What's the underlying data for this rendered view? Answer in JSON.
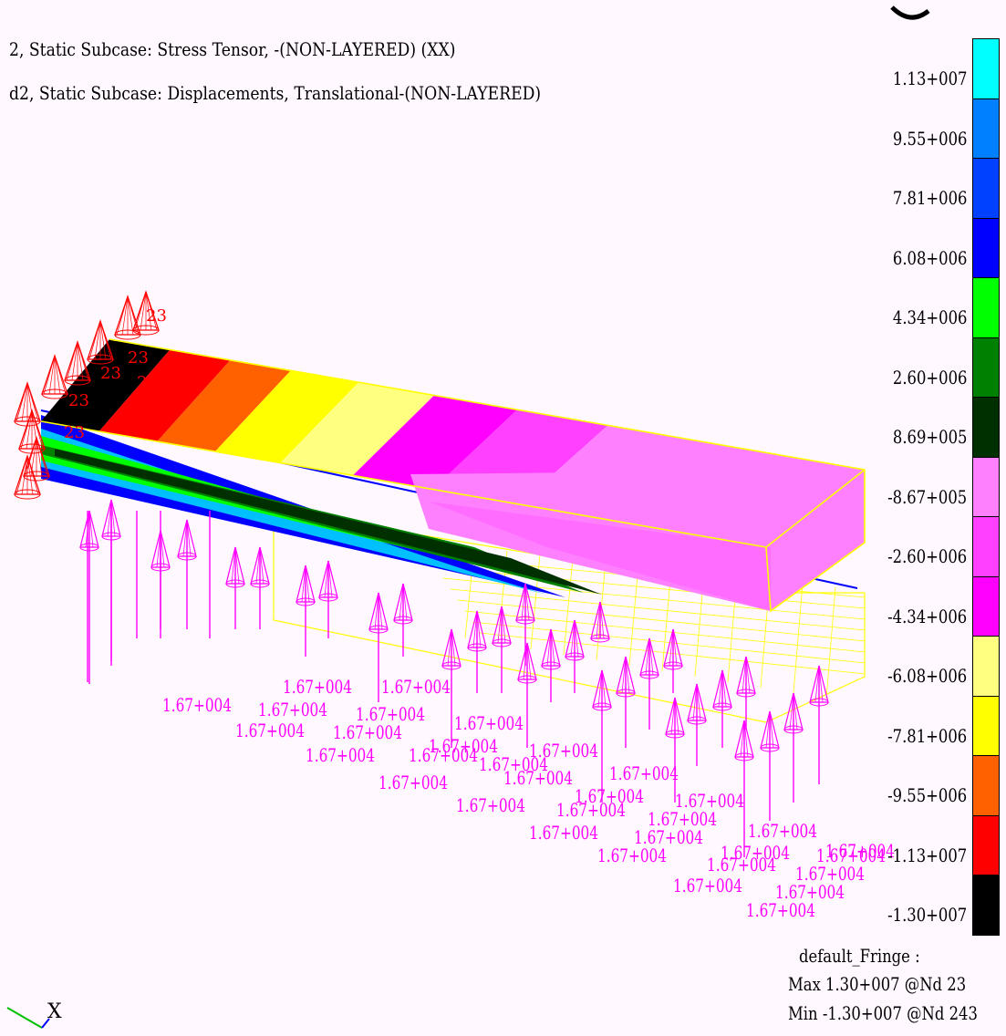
{
  "header": {
    "line1": "2, Static Subcase: Stress Tensor, -(NON-LAYERED) (XX)",
    "line2": "d2, Static Subcase: Displacements, Translational-(NON-LAYERED)"
  },
  "legend": {
    "ticks": [
      "1.13+007",
      "9.55+006",
      "7.81+006",
      "6.08+006",
      "4.34+006",
      "2.60+006",
      "8.69+005",
      "-8.67+005",
      "-2.60+006",
      "-4.34+006",
      "-6.08+006",
      "-7.81+006",
      "-9.55+006",
      "-1.13+007",
      "-1.30+007"
    ],
    "colors": [
      "#00ffff",
      "#0080ff",
      "#0040ff",
      "#0000ff",
      "#00ff00",
      "#008000",
      "#003000",
      "#ff80ff",
      "#ff40ff",
      "#ff00ff",
      "#ffff80",
      "#ffff00",
      "#ff6000",
      "#ff0000",
      "#000000"
    ],
    "fringe_name": "default_Fringe :",
    "max_line": "Max 1.30+007 @Nd 23",
    "min_line": "Min -1.30+007 @Nd 243"
  },
  "model": {
    "load_label": "1.67+004",
    "node_label": "23",
    "load_color": "#ff00ff",
    "constraint_color": "#ff0000",
    "mesh_color": "#ffff00",
    "outline_color": "#0000ff"
  },
  "axis": {
    "label": "X"
  }
}
